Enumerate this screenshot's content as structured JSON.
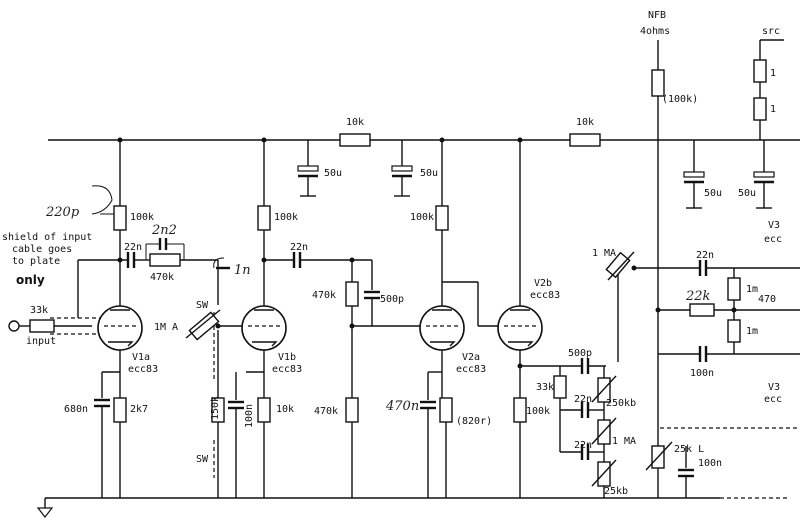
{
  "labels": {
    "nfb": "NFB",
    "ohms": "4ohms",
    "src": "src",
    "r100k_nfb": "(100k)",
    "r10k_a": "10k",
    "r10k_b": "10k",
    "c50u_1": "50u",
    "c50u_2": "50u",
    "c50u_3": "50u",
    "c50u_4": "50u",
    "r1_a": "1",
    "r1_b": "1",
    "v3_top": "V3",
    "ecc_top": "ecc",
    "v3_mid": "V3",
    "ecc_mid": "ecc",
    "hand_220p": "220p",
    "hand_2n2": "2n2",
    "hand_1n": "1n",
    "hand_22k": "22k",
    "hand_470n": "470n",
    "shield1": "shield of input",
    "shield2": "cable goes",
    "shield3": "to plate",
    "only": "only",
    "r33k_in": "33k",
    "input": "input",
    "r100k_1": "100k",
    "c22n_1": "22n",
    "r470k_1": "470k",
    "v1a": "V1a",
    "ecc83_1": "ecc83",
    "c680n": "680n",
    "r2k7": "2k7",
    "sw1": "SW",
    "pot1ma_1": "1M A",
    "r150k": "150k",
    "c100n_1": "100n",
    "sw2": "SW",
    "r100k_2": "100k",
    "c22n_2": "22n",
    "v1b": "V1b",
    "ecc83_2": "ecc83",
    "r10k_c": "10k",
    "r470k_2": "470k",
    "c500p_1": "500p",
    "r470k_3": "470k",
    "r100k_3": "100k",
    "v2a": "V2a",
    "ecc83_3": "ecc83",
    "r820r": "(820r)",
    "v2b": "V2b",
    "ecc83_4": "ecc83",
    "r100k_4": "100k",
    "pot1ma_2": "1 MA",
    "c22n_3": "22n",
    "r1m_1": "1m",
    "r470k_4": "470",
    "r1m_2": "1m",
    "c100n_2": "100n",
    "c500p_2": "500p",
    "r33k_2": "33k",
    "c22n_4": "22n",
    "pot250kb": "250kb",
    "c22n_5": "22n",
    "pot1ma_3": "1 MA",
    "pot25kb": "25kb",
    "pot25kl": "25k L",
    "c100n_3": "100n"
  }
}
